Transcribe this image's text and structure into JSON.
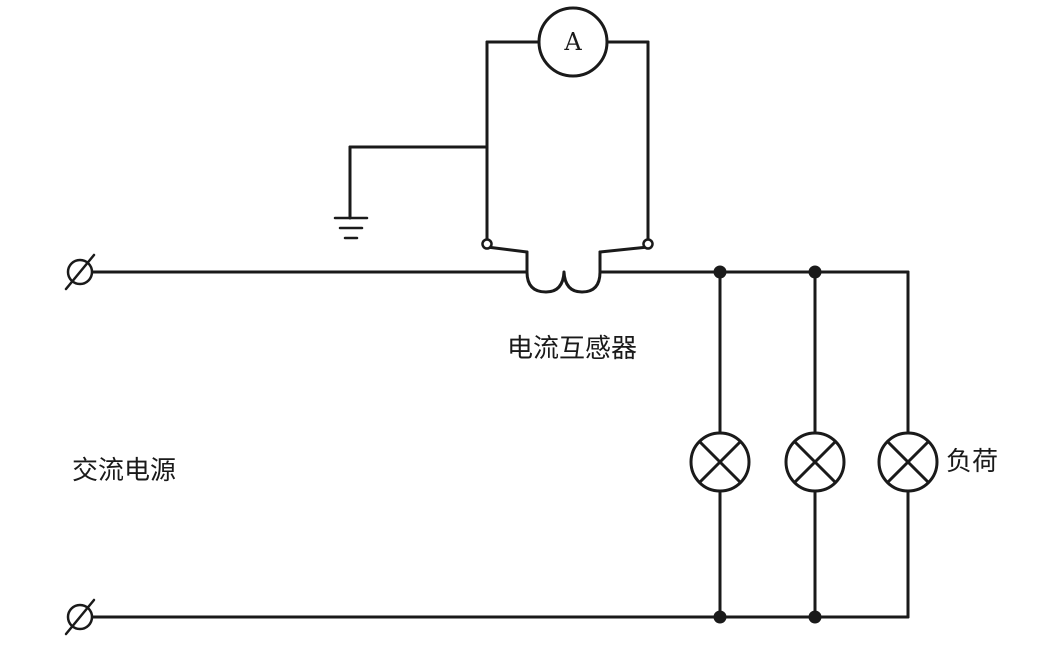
{
  "diagram": {
    "ammeter_symbol": "A",
    "current_transformer_label": "电流互感器",
    "ac_source_label": "交流电源",
    "load_label": "负荷",
    "terminal_symbol": "∅",
    "lamp_count": 3,
    "line_color": "#1a1a1a"
  }
}
